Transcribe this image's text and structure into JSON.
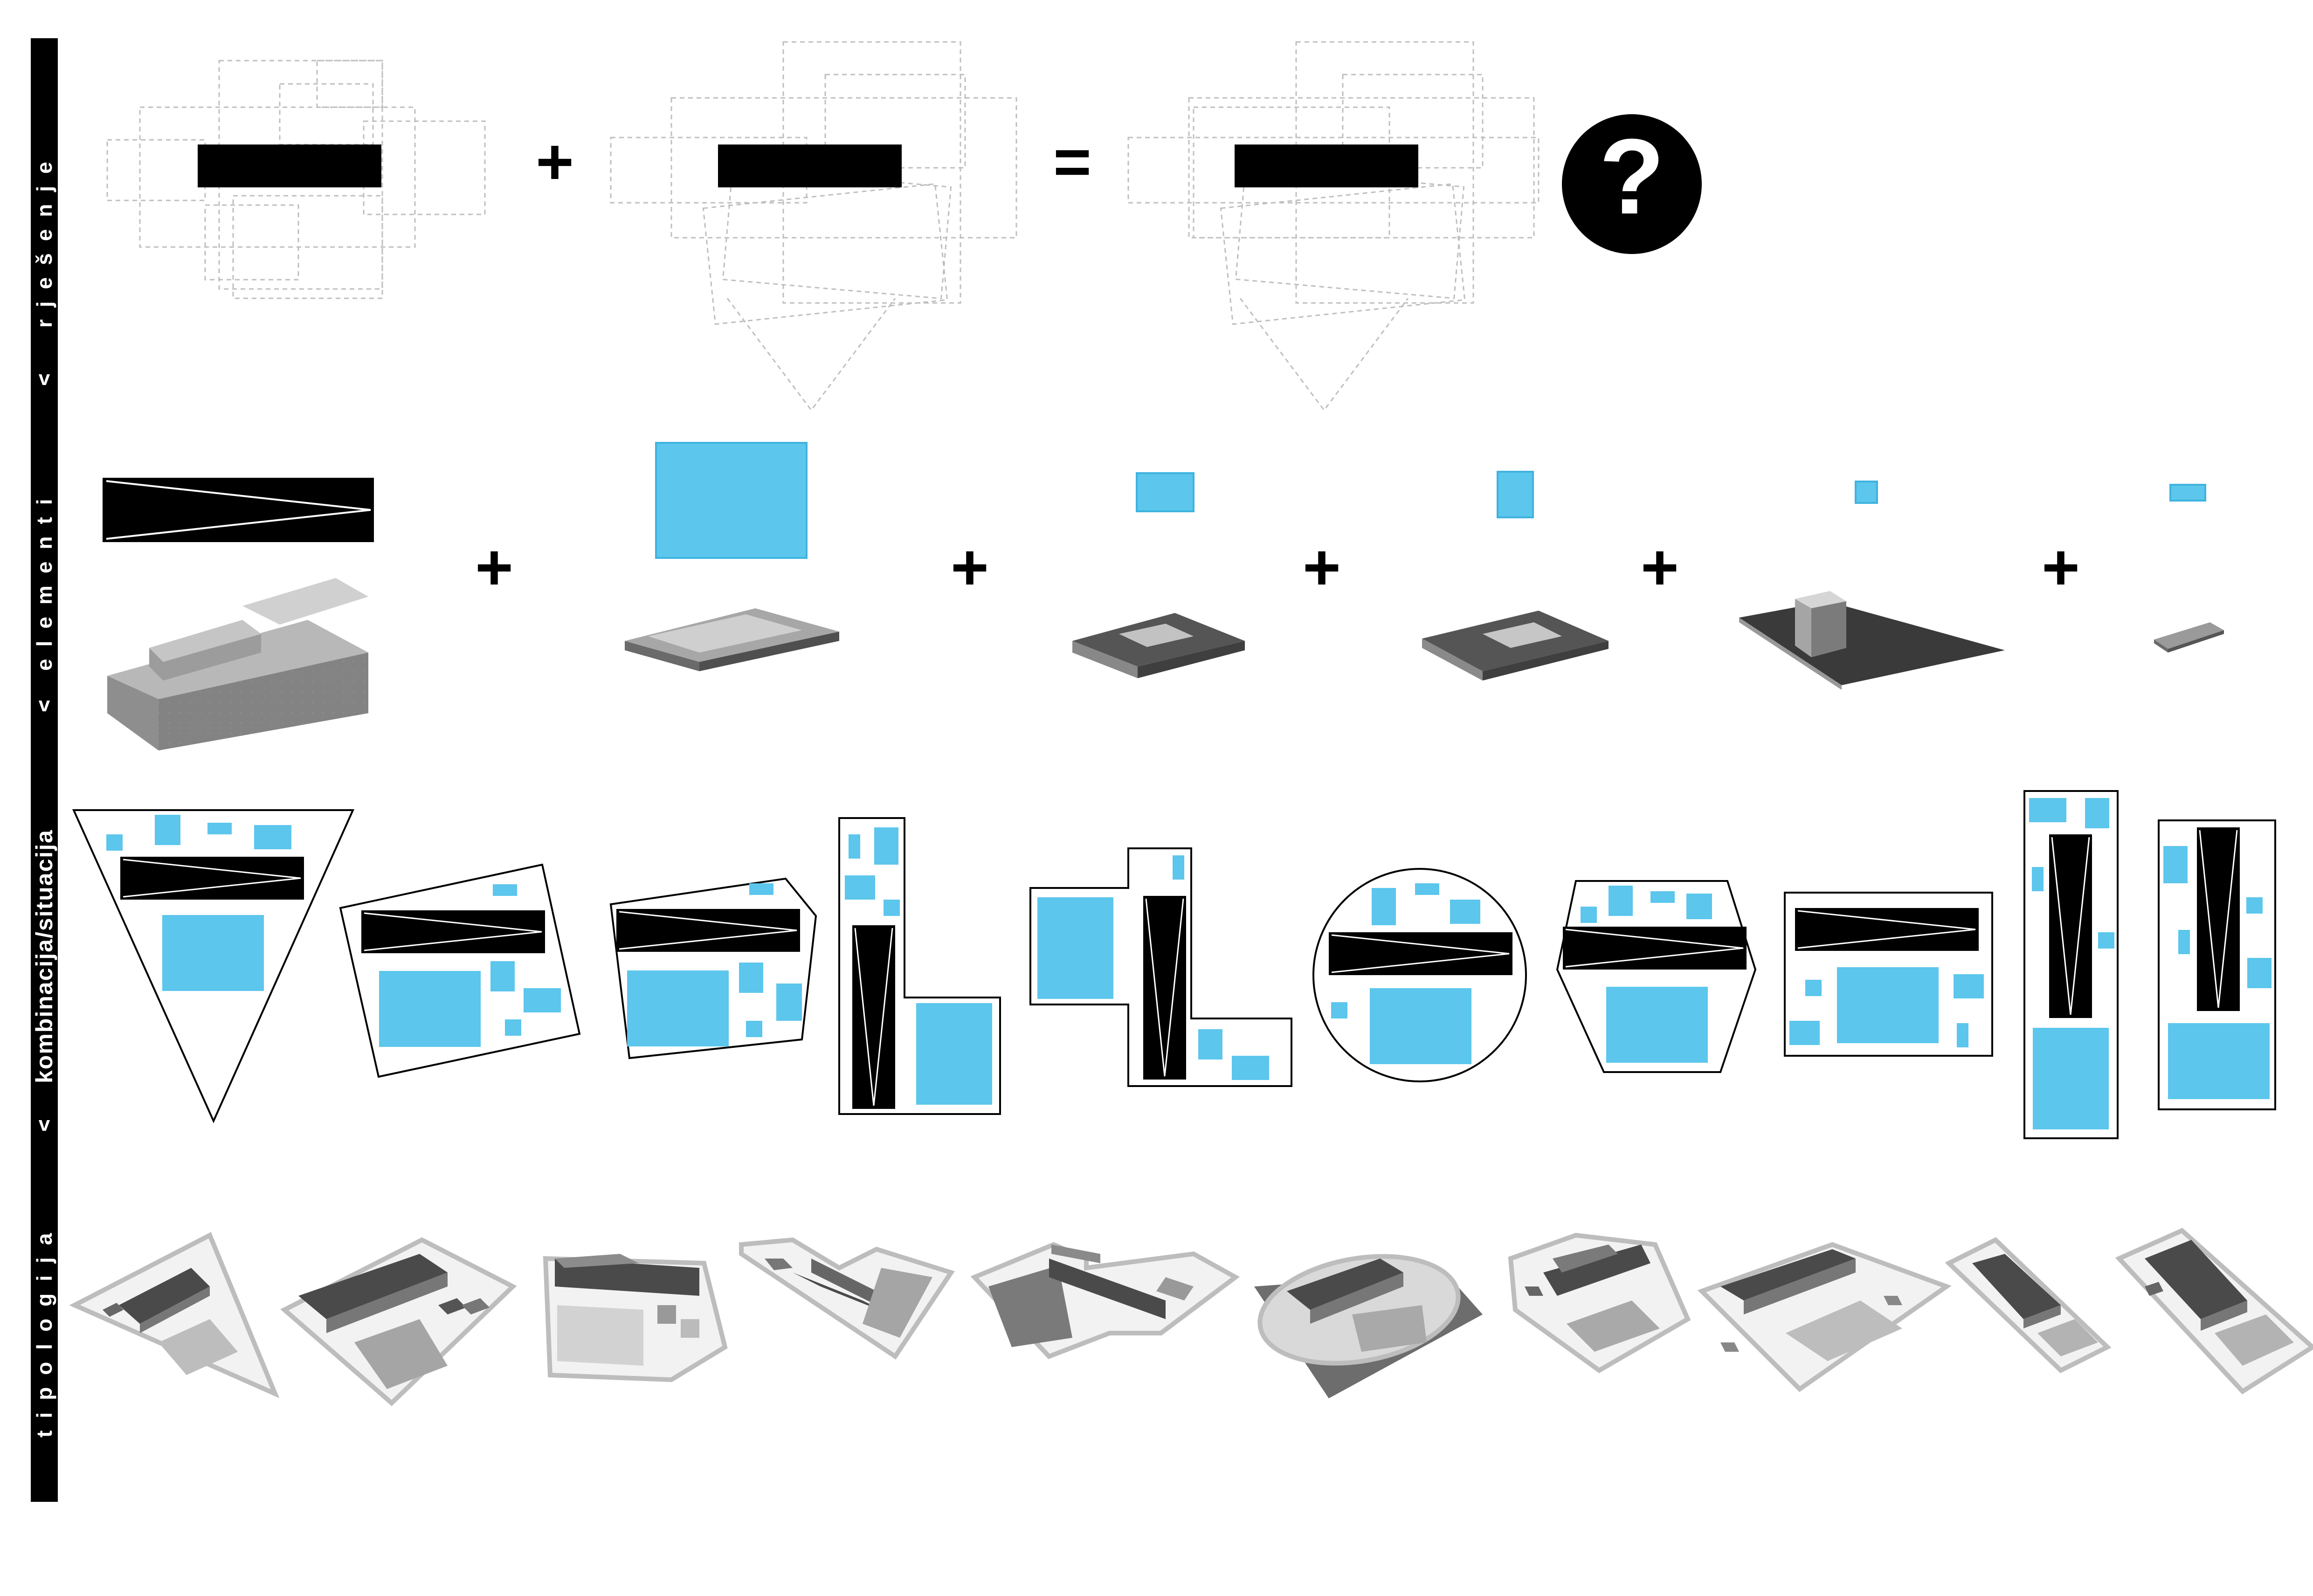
{
  "sidebar": {
    "labels": {
      "rjesenje": "rješenje",
      "elementi": "elementi",
      "kombinacija": "kombinacija/situacija",
      "tipologija": "tipologija"
    },
    "chevron": "v"
  },
  "operators": {
    "plus": "+",
    "equals": "=",
    "question": "?"
  },
  "colors": {
    "ink": "#000000",
    "pool": "#5cc6ec",
    "pool_edge": "#3fb3df",
    "model_dark": "#5a5a5a",
    "model_mid": "#8c8c8c",
    "model_light": "#c8c8c8",
    "dashed": "#bbbbbb"
  },
  "icons": {
    "question": "question-circle-icon",
    "building": "building-plan-block",
    "pool": "pool-block"
  }
}
